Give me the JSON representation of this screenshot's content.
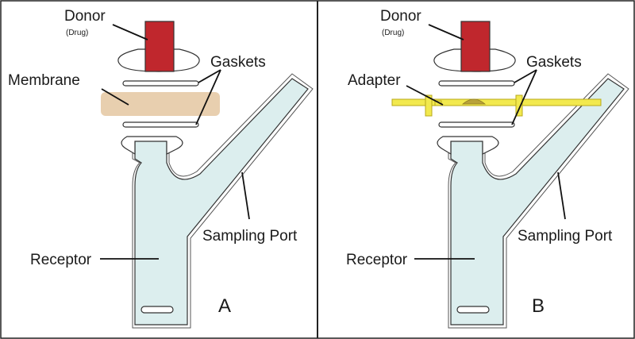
{
  "colors": {
    "donor": "#c0272d",
    "receptor_fill": "#dceeee",
    "membrane": "#e8cfaf",
    "adapter": "#f2e94e",
    "adapter_stroke": "#b8a91a",
    "adapter_sample": "#b9a23a",
    "outline": "#333333"
  },
  "panels": [
    {
      "id": "A",
      "panel_letter": "A",
      "donor": "Donor",
      "donor_sub": "(Drug)",
      "gaskets": "Gaskets",
      "layer_label": "Membrane",
      "receptor": "Receptor",
      "sampling_port": "Sampling Port"
    },
    {
      "id": "B",
      "panel_letter": "B",
      "donor": "Donor",
      "donor_sub": "(Drug)",
      "gaskets": "Gaskets",
      "layer_label": "Adapter",
      "receptor": "Receptor",
      "sampling_port": "Sampling Port"
    }
  ]
}
